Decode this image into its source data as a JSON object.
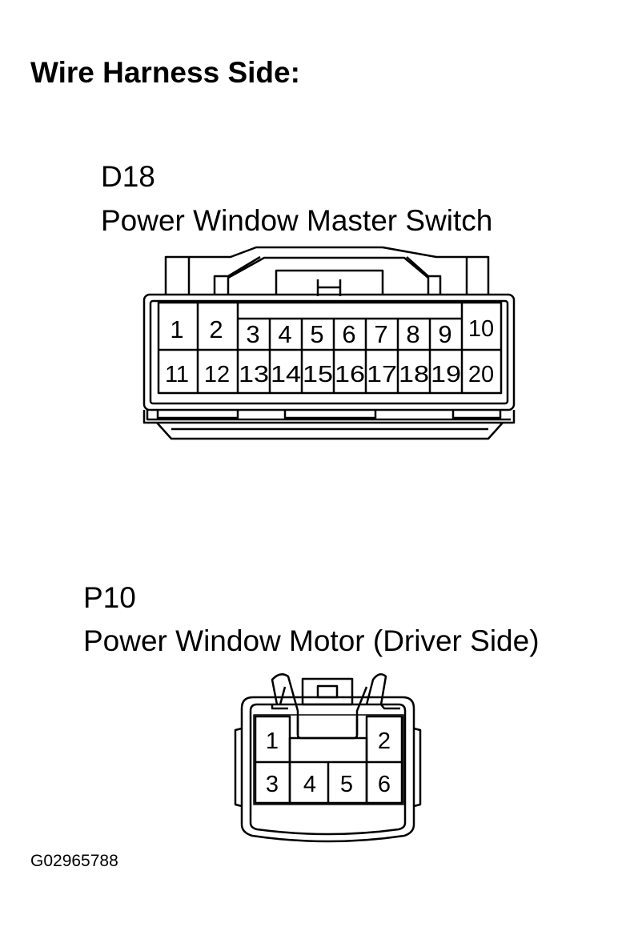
{
  "heading": "Wire Harness Side:",
  "connectors": [
    {
      "code": "D18",
      "name": "Power Window Master Switch",
      "pins_top": [
        "1",
        "2",
        "3",
        "4",
        "5",
        "6",
        "7",
        "8",
        "9",
        "10"
      ],
      "pins_bottom": [
        "11",
        "12",
        "13",
        "14",
        "15",
        "16",
        "17",
        "18",
        "19",
        "20"
      ]
    },
    {
      "code": "P10",
      "name": "Power Window Motor (Driver Side)",
      "pins_top": [
        "1",
        "2"
      ],
      "pins_bottom": [
        "3",
        "4",
        "5",
        "6"
      ]
    }
  ],
  "figure_id": "G02965788"
}
